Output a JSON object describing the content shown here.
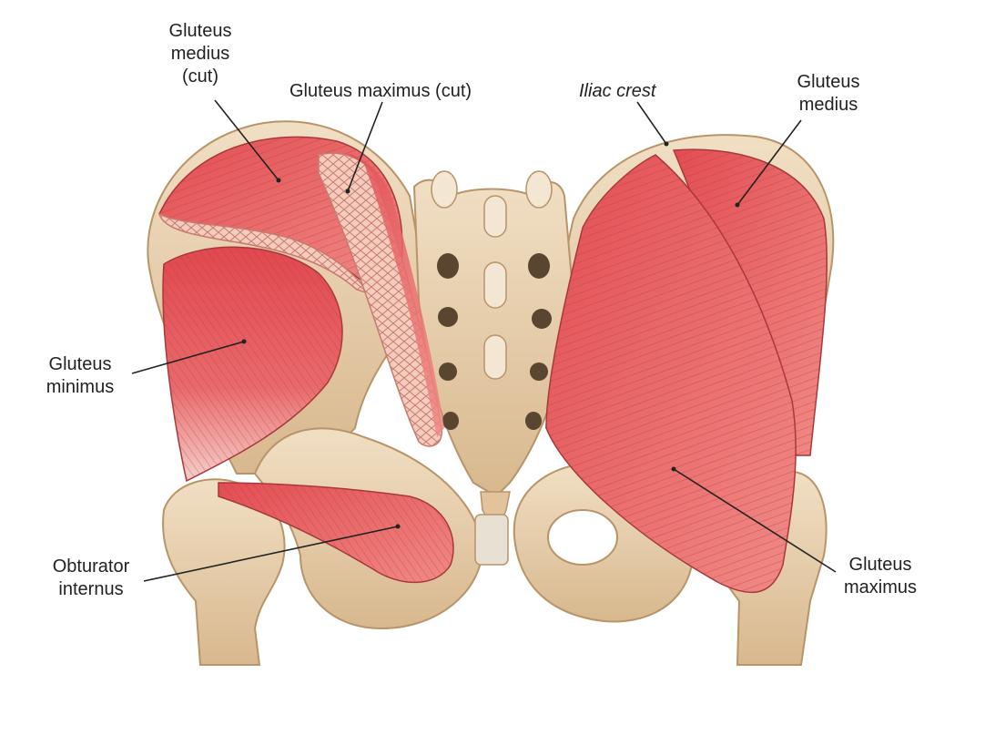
{
  "labels": {
    "gluteus_medius_cut": [
      "Gluteus",
      "medius",
      "(cut)"
    ],
    "gluteus_maximus_cut": "Gluteus maximus (cut)",
    "iliac_crest": "Iliac crest",
    "gluteus_medius": [
      "Gluteus",
      "medius"
    ],
    "gluteus_minimus": [
      "Gluteus",
      "minimus"
    ],
    "obturator_internus": [
      "Obturator",
      "internus"
    ],
    "gluteus_maximus": [
      "Gluteus",
      "maximus"
    ]
  },
  "colors": {
    "bone": "#e9d2b2",
    "bone_shadow": "#b89468",
    "muscle": "#e1575a",
    "muscle_light": "#f08a85",
    "muscle_cut": "#f3c6b8",
    "leader": "#222222"
  }
}
